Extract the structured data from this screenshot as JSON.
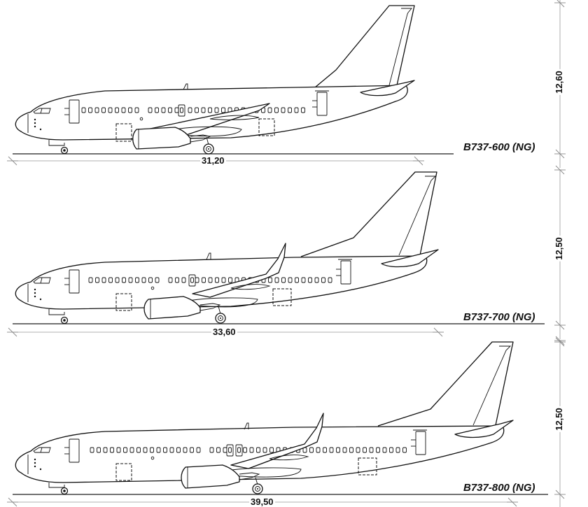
{
  "diagram": {
    "type": "aircraft-side-elevation-comparison",
    "units": "meters",
    "aircraft": [
      {
        "name": "B737-600 (NG)",
        "length": "31,20",
        "height": "12,60",
        "winglets": false,
        "over_wing_exits": 1
      },
      {
        "name": "B737-700 (NG)",
        "length": "33,60",
        "height": "12,50",
        "winglets": true,
        "over_wing_exits": 1
      },
      {
        "name": "B737-800 (NG)",
        "length": "39,50",
        "height": "12,50",
        "winglets": true,
        "over_wing_exits": 2
      }
    ]
  },
  "colors": {
    "line": "#111111",
    "dimension_line": "#999999",
    "ground_line": "#444444",
    "background": "#ffffff"
  }
}
